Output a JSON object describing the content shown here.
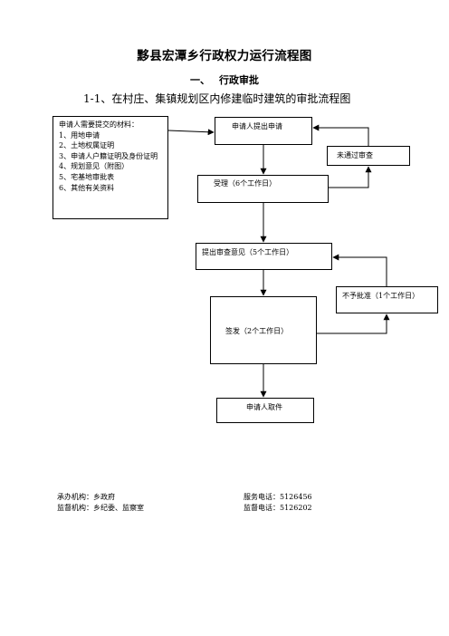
{
  "title": "黟县宏潭乡行政权力运行流程图",
  "section": {
    "number": "一、",
    "label": "行政审批"
  },
  "subtitle": "1-1、在村庄、集镇规划区内修建临时建筑的审批流程图",
  "materials": {
    "heading": "申请人需要提交的材料：",
    "items": [
      "1、用地申请",
      "2、土地权属证明",
      "3、申请人户籍证明及身份证明",
      "4、规划意见（附图）",
      "5、宅基地审批表",
      "6、其他有关资料"
    ]
  },
  "steps": {
    "apply": "申请人提出申请",
    "fail": "未通过审查",
    "accept": "受理（6个工作日）",
    "review": "提出审查意见（5个工作日）",
    "reject": "不予批准（1个工作日）",
    "sign": "签发（2个工作日）",
    "pickup": "申请人取件"
  },
  "footer": {
    "agency": "承办机构：乡政府",
    "supervisor": "监督机构：乡纪委、监察室",
    "service_phone": "服务电话：5126456",
    "supervision_phone": "监督电话：5126202"
  }
}
